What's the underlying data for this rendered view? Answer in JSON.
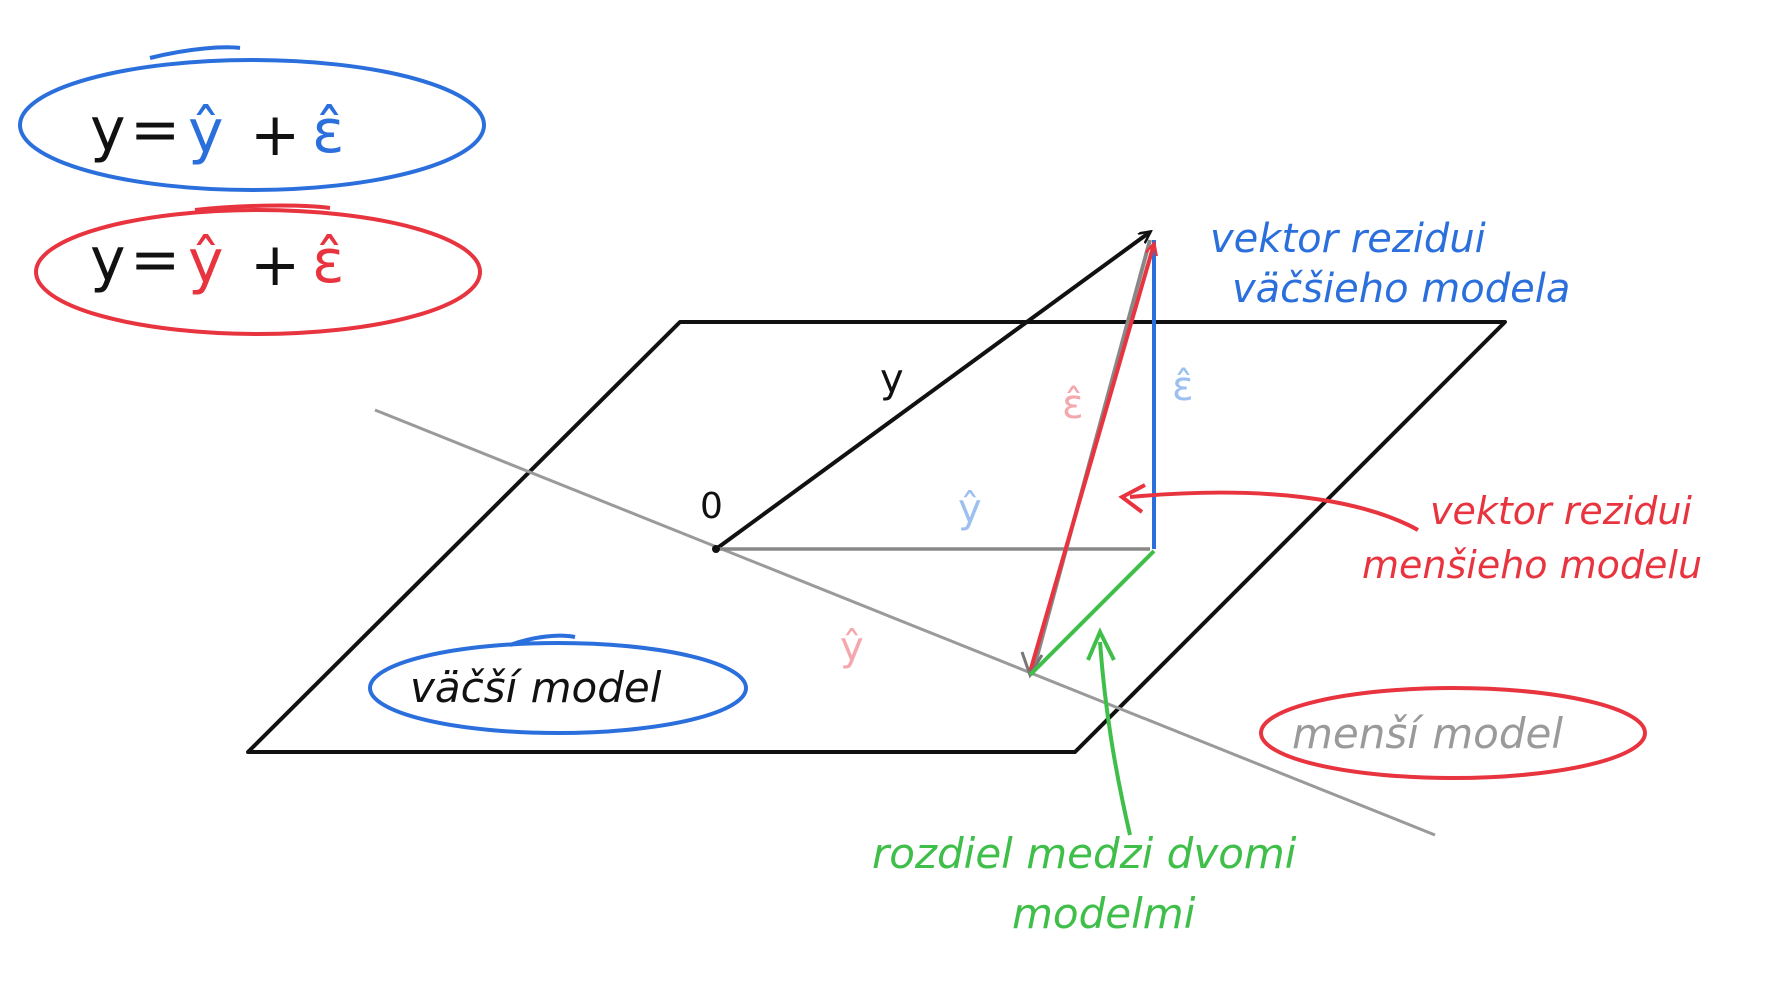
{
  "equations": {
    "bigger": {
      "lhs": "y",
      "eq": "=",
      "term1": "ŷ",
      "plus": "+",
      "term2": "ε̂"
    },
    "smaller": {
      "lhs": "y",
      "eq": "=",
      "term1": "ŷ",
      "plus": "+",
      "term2": "ε̂"
    }
  },
  "labels": {
    "origin": "0",
    "y_vector": "y",
    "yhat_bigger": "ŷ",
    "yhat_smaller": "ŷ",
    "eps_bigger": "ε̂",
    "eps_smaller": "ε̂",
    "residual_bigger_line1": "vektor rezidui",
    "residual_bigger_line2": "väčšieho modela",
    "residual_smaller_line1": "vektor rezidui",
    "residual_smaller_line2": "menšieho modelu",
    "bigger_model": "väčší model",
    "smaller_model": "menší model",
    "difference_line1": "rozdiel medzi dvomi",
    "difference_line2": "modelmi"
  },
  "colors": {
    "black": "#111111",
    "blue": "#2b6fdc",
    "red": "#e8343f",
    "green": "#3fbf4a",
    "gray": "#9a9a9a",
    "light_blue": "#9cc0f0",
    "light_red": "#f4a7ad"
  }
}
